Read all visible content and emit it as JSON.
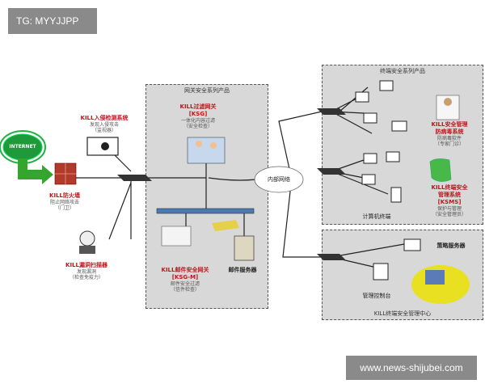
{
  "watermark_top": "TG: MYYJJPP",
  "watermark_bottom": "www.news-shijubei.com",
  "internet": "INTERNET",
  "regions": {
    "gateway": "网关安全系列产品",
    "terminal": "终端安全系列产品",
    "center": "KILL终端安全管理中心"
  },
  "intranet": "内部网络",
  "nodes": {
    "ids": {
      "title": "KILL入侵检测系统",
      "l1": "发现入侵攻击",
      "l2": "（监视器）"
    },
    "firewall": {
      "title": "KILL防火墙",
      "l1": "阻止网络攻击",
      "l2": "（门卫）"
    },
    "scanner": {
      "title": "KILL漏洞扫描器",
      "l1": "发现漏洞",
      "l2": "（检查免疫力）"
    },
    "ksg": {
      "title": "KILL过滤网关",
      "code": "[KSG]",
      "l1": "一体化内容过滤",
      "l2": "（安全检查）"
    },
    "ksgm": {
      "title": "KILL邮件安全网关",
      "code": "[KSG-M]",
      "l1": "邮件安全过滤",
      "l2": "（信件检查）"
    },
    "mailserver": {
      "title": "邮件服务器"
    },
    "antivirus": {
      "title": "KILL安全管理",
      "t2": "防病毒系统",
      "l1": "防病毒软件",
      "l2": "（专家门诊）"
    },
    "ksms": {
      "title": "KILL终端安全",
      "t2": "管理系统",
      "code": "[KSMS]",
      "l1": "保护与管理",
      "l2": "（安全管理员）"
    },
    "computers": {
      "title": "计算机终端"
    },
    "policy": {
      "title": "策略服务器"
    },
    "console": {
      "title": "管理控制台"
    }
  }
}
